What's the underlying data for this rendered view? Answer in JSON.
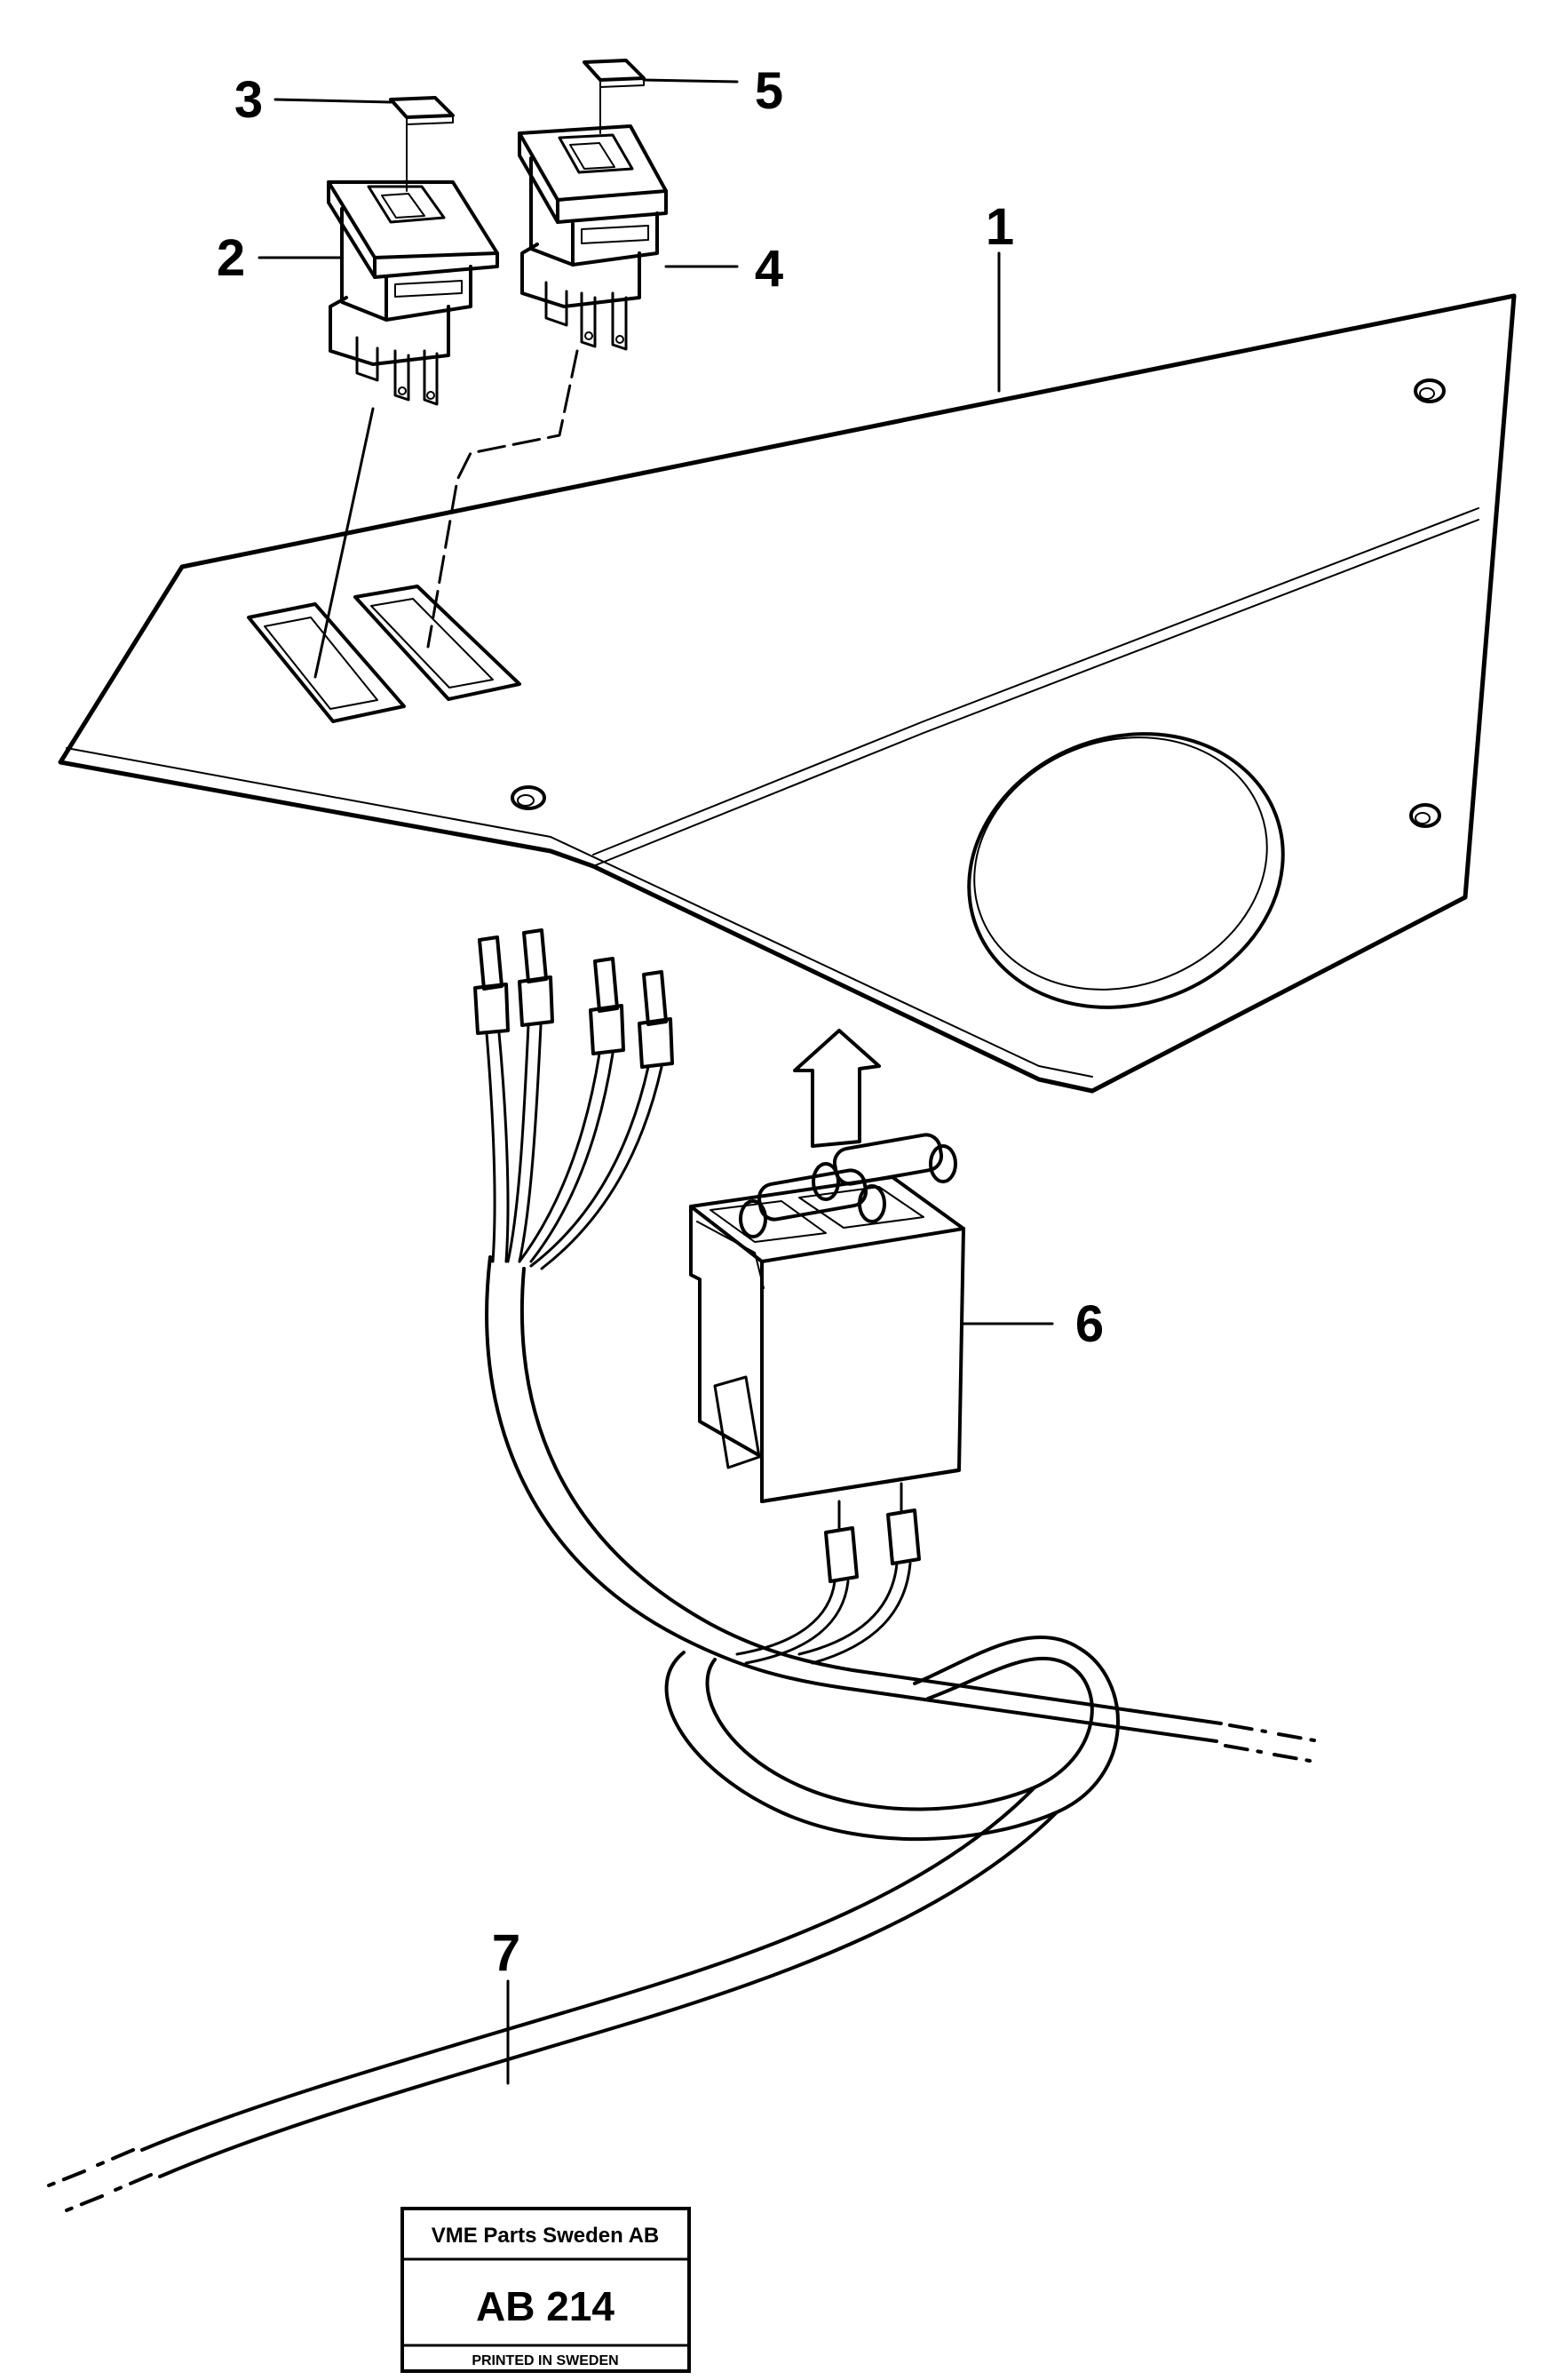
{
  "callouts": {
    "c1": "1",
    "c2": "2",
    "c3": "3",
    "c4": "4",
    "c5": "5",
    "c6": "6",
    "c7": "7"
  },
  "stamp": {
    "company": "VME Parts Sweden AB",
    "code": "AB 214",
    "printed": "PRINTED IN SWEDEN"
  }
}
